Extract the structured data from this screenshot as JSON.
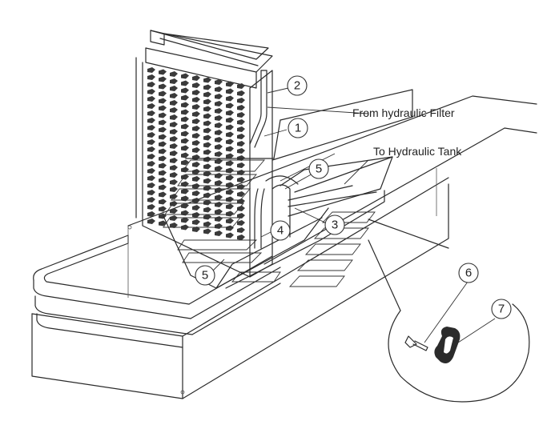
{
  "labels": {
    "from_filter": "From hydraulic Filter",
    "to_tank": "To Hydraulic Tank"
  },
  "callouts": [
    {
      "id": "c1",
      "number": "1"
    },
    {
      "id": "c2",
      "number": "2"
    },
    {
      "id": "c3",
      "number": "3"
    },
    {
      "id": "c4",
      "number": "4"
    },
    {
      "id": "c5a",
      "number": "5"
    },
    {
      "id": "c5b",
      "number": "5"
    },
    {
      "id": "c6",
      "number": "6"
    },
    {
      "id": "c7",
      "number": "7"
    }
  ]
}
